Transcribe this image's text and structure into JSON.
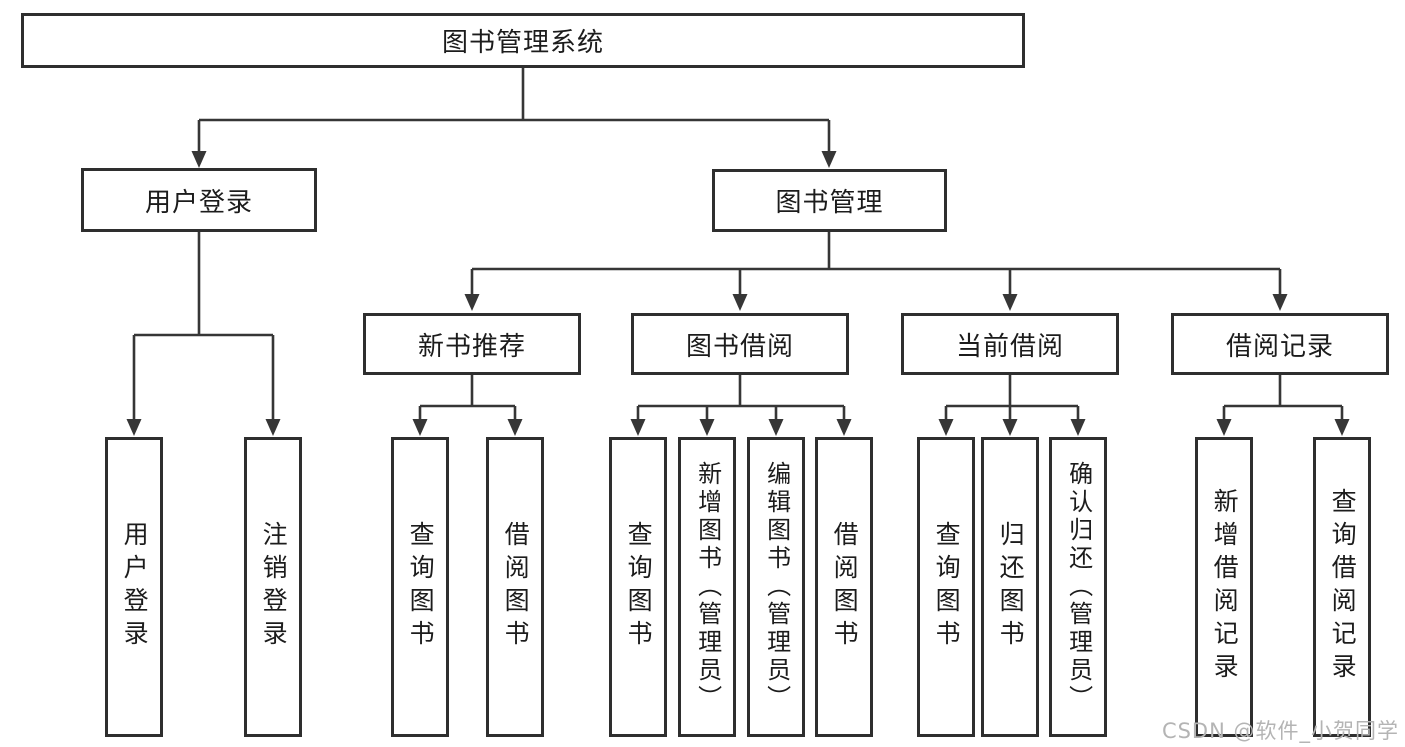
{
  "diagram_title": "图书管理系统",
  "colors": {
    "line": "#363636",
    "box_border": "#2e2e2e",
    "box_fill": "#ffffff",
    "text": "#1c1c1c",
    "watermark": "#b4b4b4"
  },
  "nodes": {
    "root": "图书管理系统",
    "user_login": "用户登录",
    "book_management": "图书管理",
    "new_book_recommend": "新书推荐",
    "book_borrowing": "图书借阅",
    "current_borrowing": "当前借阅",
    "borrowing_records": "借阅记录"
  },
  "leaves": {
    "user_login": [
      "用户登录",
      "注销登录"
    ],
    "new_book_recommend": [
      "查询图书",
      "借阅图书"
    ],
    "book_borrowing": [
      "查询图书",
      "新增图书（管理员）",
      "编辑图书（管理员）",
      "借阅图书"
    ],
    "current_borrowing": [
      "查询图书",
      "归还图书",
      "确认归还（管理员）"
    ],
    "borrowing_records": [
      "新增借阅记录",
      "查询借阅记录"
    ]
  },
  "watermark": "CSDN @软件_小贺同学"
}
